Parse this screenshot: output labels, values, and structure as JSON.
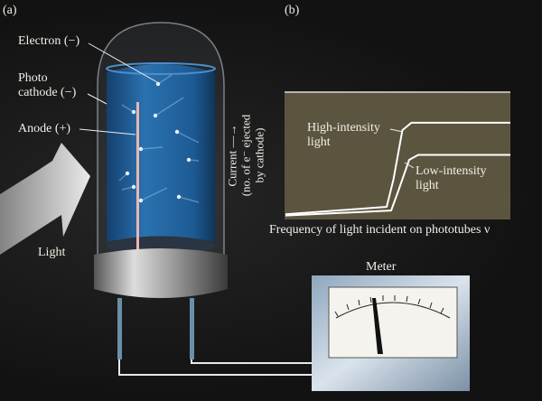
{
  "panel_a": {
    "label": "(a)",
    "electron_label": "Electron (−)",
    "cathode_label_line1": "Photo",
    "cathode_label_line2": "cathode (−)",
    "anode_label": "Anode (+)",
    "light_label": "Light",
    "meter_label": "Meter"
  },
  "panel_b": {
    "label": "(b)",
    "ylabel_line1": "Current —→",
    "ylabel_line2": "(no. of e⁻ ejected",
    "ylabel_line3": "by cathode)",
    "xlabel": "Frequency of light incident on phototubes ν",
    "high_label_line1": "High-intensity",
    "high_label_line2": "light",
    "low_label_line1": "Low-intensity",
    "low_label_line2": "light"
  },
  "colors": {
    "background": "#161616",
    "cathode": "#1f5f9a",
    "graph_bg": "#5b5540",
    "curve": "#ffffff"
  },
  "chart_data": {
    "type": "line",
    "xlabel": "Frequency of light incident on phototubes ν",
    "ylabel": "Current (no. of e⁻ ejected by cathode)",
    "xlim": [
      0,
      1
    ],
    "ylim": [
      0,
      1
    ],
    "series": [
      {
        "name": "High-intensity light",
        "x": [
          0,
          0.45,
          0.48,
          0.52,
          0.56,
          1
        ],
        "y": [
          0.02,
          0.08,
          0.3,
          0.7,
          0.76,
          0.76
        ]
      },
      {
        "name": "Low-intensity light",
        "x": [
          0,
          0.47,
          0.5,
          0.55,
          0.59,
          1
        ],
        "y": [
          0.01,
          0.05,
          0.2,
          0.46,
          0.5,
          0.5
        ]
      }
    ]
  }
}
